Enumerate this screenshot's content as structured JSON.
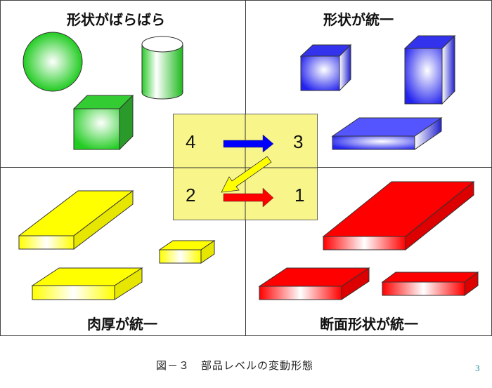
{
  "quadrants": [
    {
      "id": "top-left",
      "title": "形状がばらばら",
      "shape_color": "#22cc22",
      "shapes": [
        "sphere",
        "cylinder",
        "cube"
      ]
    },
    {
      "id": "top-right",
      "title": "形状が統一",
      "shape_color": "#2222ee",
      "shapes": [
        "cube",
        "tall-box",
        "flat-slab"
      ]
    },
    {
      "id": "bottom-left",
      "title": "肉厚が統一",
      "shape_color": "#ffff00",
      "shapes": [
        "large-plate",
        "small-block",
        "medium-plate"
      ]
    },
    {
      "id": "bottom-right",
      "title": "断面形状が統一",
      "shape_color": "#ff0000",
      "shapes": [
        "large-plate",
        "medium-plate",
        "small-plate"
      ]
    }
  ],
  "center_panel": {
    "background": "#f8f68a",
    "numbers": {
      "top_left": "4",
      "top_right": "3",
      "bottom_left": "2",
      "bottom_right": "1"
    },
    "arrows": [
      {
        "from": "4",
        "to": "3",
        "color": "#0000ff"
      },
      {
        "from": "3",
        "to": "2",
        "color": "#ffff00"
      },
      {
        "from": "2",
        "to": "1",
        "color": "#ff0000"
      }
    ]
  },
  "caption": "図－３　部品レベルの変動形態",
  "page_number": "3"
}
